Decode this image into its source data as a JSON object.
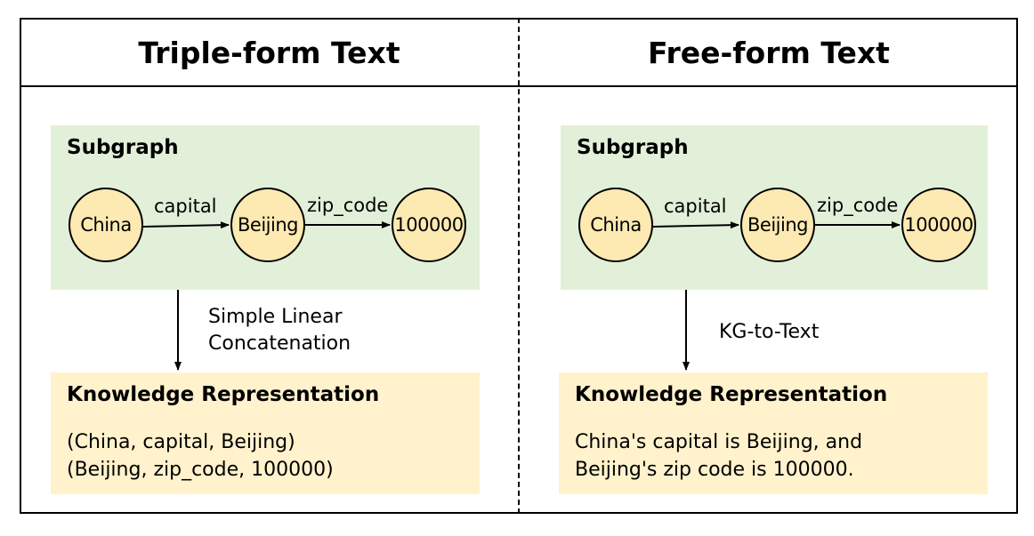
{
  "panels": [
    {
      "title": "Triple-form Text",
      "subgraph": {
        "title": "Subgraph",
        "nodes": [
          "China",
          "Beijing",
          "100000"
        ],
        "edges": [
          "capital",
          "zip_code"
        ]
      },
      "process_label": [
        "Simple Linear",
        "Concatenation"
      ],
      "knowledge": {
        "title": "Knowledge Representation",
        "lines": [
          "(China, capital, Beijing)",
          "(Beijing, zip_code, 100000)"
        ]
      }
    },
    {
      "title": "Free-form Text",
      "subgraph": {
        "title": "Subgraph",
        "nodes": [
          "China",
          "Beijing",
          "100000"
        ],
        "edges": [
          "capital",
          "zip_code"
        ]
      },
      "process_label": [
        "KG-to-Text"
      ],
      "knowledge": {
        "title": "Knowledge Representation",
        "lines": [
          "China's capital is Beijing, and",
          "Beijing's zip code is 100000."
        ]
      }
    }
  ],
  "colors": {
    "subgraph_fill": "#e2f0d9",
    "knowledge_fill": "#fff2cc",
    "node_fill": "#fde9b2",
    "stroke": "#000000"
  }
}
